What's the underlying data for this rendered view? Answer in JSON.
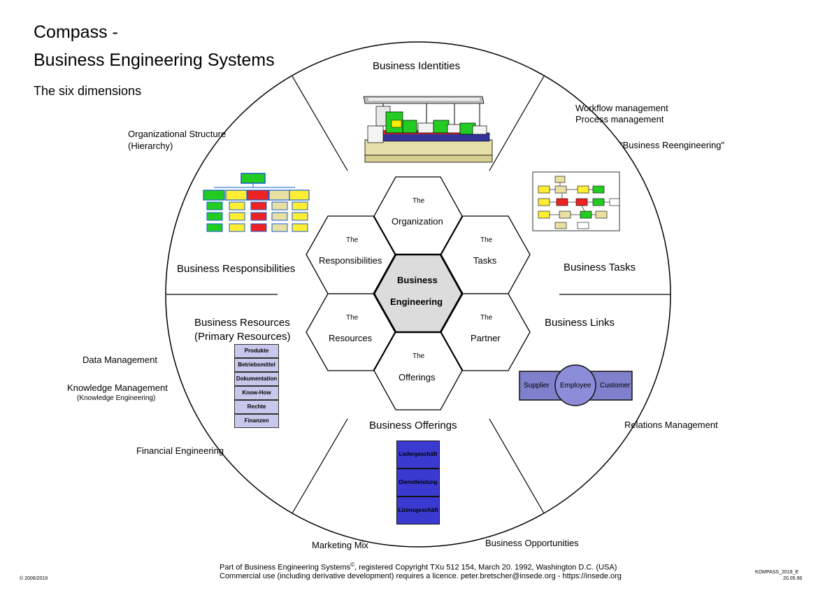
{
  "title": {
    "line1": "Compass -",
    "line2": "Business Engineering Systems",
    "subtitle": "The six dimensions"
  },
  "dimensions": {
    "identities": "Business Identities",
    "tasks": "Business Tasks",
    "links": "Business Links",
    "offerings": "Business Offerings",
    "resources_line1": "Business Resources",
    "resources_line2": "(Primary Resources)",
    "responsibilities": "Business Responsibilities"
  },
  "notes": {
    "org_structure_line1": "Organizational Structure",
    "org_structure_line2": "(Hierarchy)",
    "workflow": "Workflow management",
    "process": "Process management",
    "reengineering": "\"Business Reengineering\"",
    "data_management": "Data Management",
    "knowledge_management": "Knowledge Management",
    "knowledge_engineering": "(Knowledge Engineering)",
    "financial_engineering": "Financial Engineering",
    "relations_management": "Relations Management",
    "marketing_mix": "Marketing Mix",
    "business_opportunities": "Business Opportunities"
  },
  "hexagons": {
    "the": "The",
    "organization": "Organization",
    "tasks": "Tasks",
    "partner": "Partner",
    "offerings": "Offerings",
    "resources": "Resources",
    "responsibilities": "Responsibilities",
    "center_line1": "Business",
    "center_line2": "Engineering"
  },
  "resources_list": [
    "Produkte",
    "Betriebsmittel",
    "Dokumentation",
    "Know-How",
    "Rechte",
    "Finanzen"
  ],
  "offerings_list": [
    "Liefergeschäft",
    "Dienstleistung",
    "Lizenzgeschäft"
  ],
  "links_box": {
    "supplier": "Supplier",
    "employee": "Employee",
    "customer": "Customer"
  },
  "footer": {
    "line1": "Part of Business Engineering Systems",
    "registered_mark": "©",
    "line1_rest": ", registered Copyright TXu 512 154, March 20. 1992, Washington D.C. (USA)",
    "line2": "Commercial use (including derivative development) requires a licence. peter.bretscher@insede.org - https://insede.org",
    "copyright": "© 2006/2019",
    "doc_id": "KOMPASS_2019_E",
    "doc_date": "20.05.96"
  },
  "colors": {
    "center_hex_fill": "#dcdcdc",
    "resources_box": "#c8c8ec",
    "offerings_box": "#3a3ad0",
    "links_box": "#8080cc",
    "employee_circle": "#8c8cd8"
  }
}
